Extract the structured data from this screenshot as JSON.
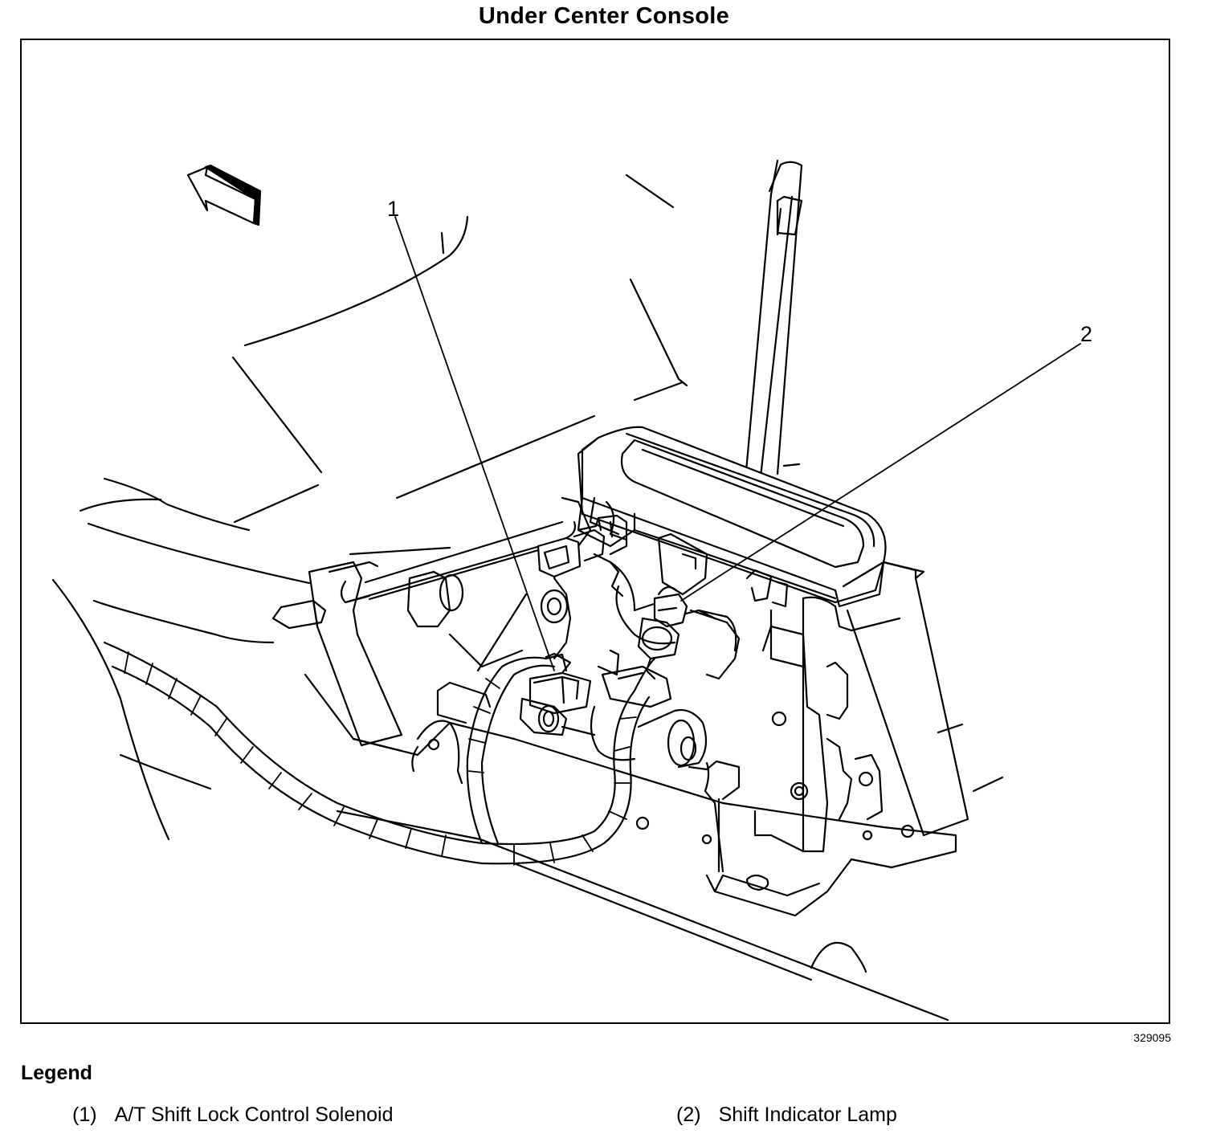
{
  "title": "Under Center Console",
  "figure_id": "329095",
  "callouts": [
    {
      "id": "1",
      "label": "1"
    },
    {
      "id": "2",
      "label": "2"
    }
  ],
  "legend": {
    "title": "Legend",
    "items": [
      {
        "number": "(1)",
        "text": "A/T Shift Lock Control Solenoid"
      },
      {
        "number": "(2)",
        "text": "Shift Indicator Lamp"
      }
    ]
  }
}
